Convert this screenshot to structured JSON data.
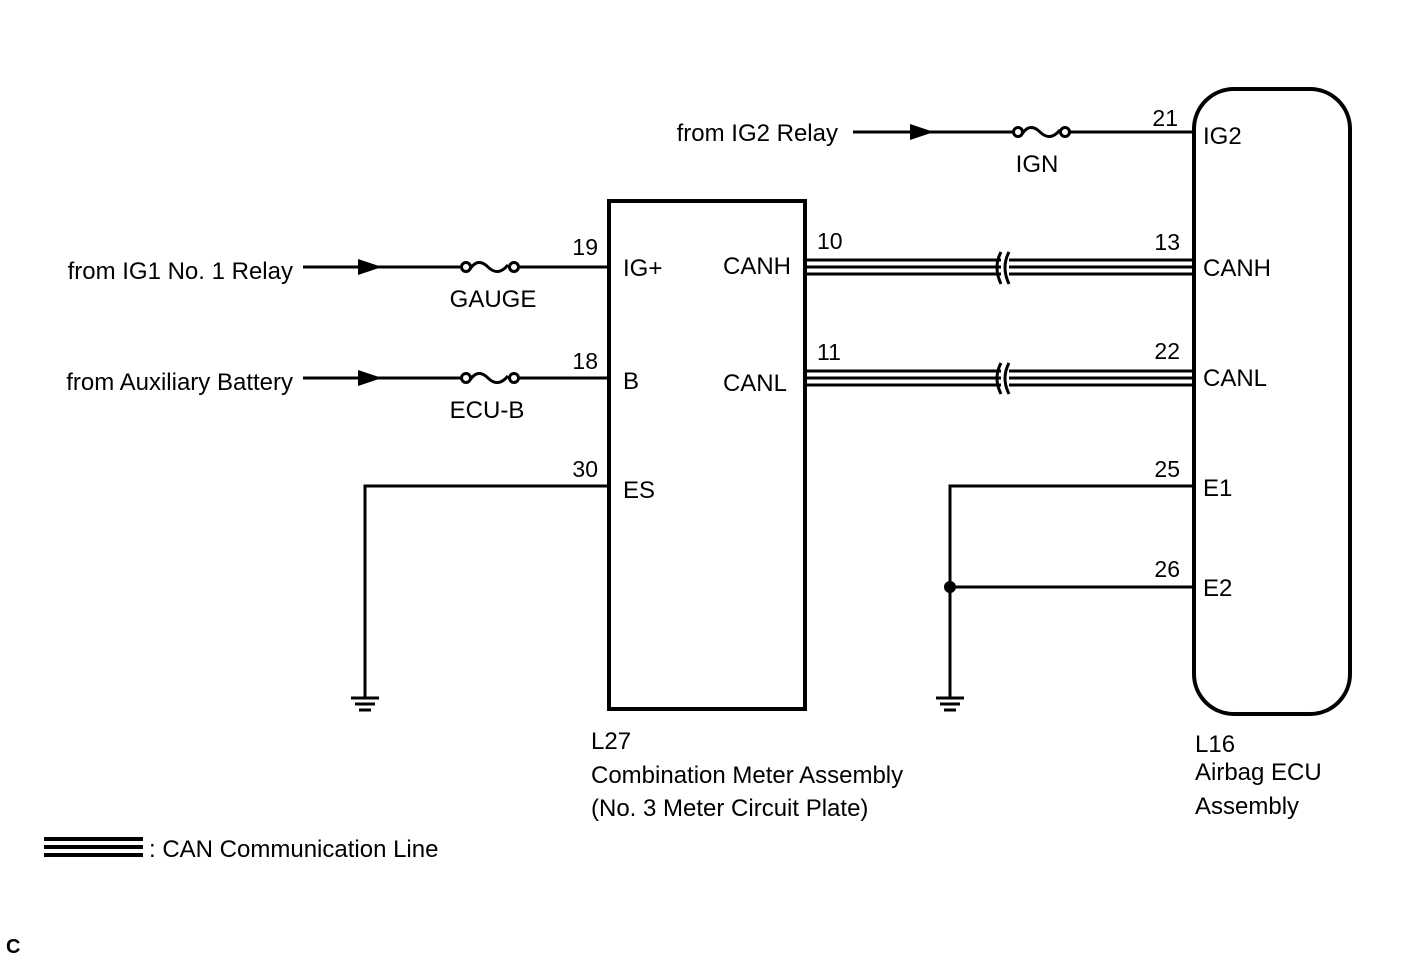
{
  "inputs": {
    "ig2_relay": "from IG2 Relay",
    "ig1_relay": "from IG1 No. 1 Relay",
    "aux_battery": "from Auxiliary Battery"
  },
  "fuses": {
    "ign": "IGN",
    "gauge": "GAUGE",
    "ecu_b": "ECU-B"
  },
  "meter": {
    "connector": "L27",
    "name_line1": "Combination Meter Assembly",
    "name_line2": "(No. 3 Meter Circuit Plate)",
    "terminals": {
      "ig_plus": "IG+",
      "b": "B",
      "es": "ES",
      "canh": "CANH",
      "canl": "CANL"
    },
    "pins": {
      "ig_plus": "19",
      "b": "18",
      "es": "30",
      "canh": "10",
      "canl": "11"
    }
  },
  "airbag_ecu": {
    "connector": "L16",
    "name_line1": "Airbag ECU",
    "name_line2": "Assembly",
    "terminals": {
      "ig2": "IG2",
      "canh": "CANH",
      "canl": "CANL",
      "e1": "E1",
      "e2": "E2"
    },
    "pins": {
      "ig2": "21",
      "canh": "13",
      "canl": "22",
      "e1": "25",
      "e2": "26"
    }
  },
  "legend": {
    "can_line": ": CAN Communication Line"
  },
  "corner_mark": "C"
}
